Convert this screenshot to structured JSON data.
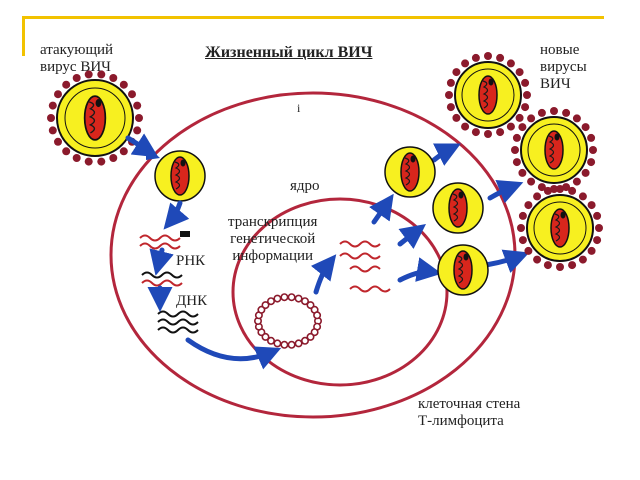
{
  "title": "Жизненный цикл ВИЧ",
  "labels": {
    "attacking_virus": "атакующий\nвирус ВИЧ",
    "new_viruses": "новые\nвирусы\nВИЧ",
    "nucleus": "ядро",
    "transcription": "транскрипция\nгенетической\nинформации",
    "rna": "РНК",
    "dna": "ДНК",
    "cell_wall": "клеточная стена\nТ-лимфоцита",
    "small_mark": "і"
  },
  "colors": {
    "frame": "#f2c200",
    "cell_membrane": "#b3263c",
    "virus_yellow": "#f7f020",
    "virus_core": "#d8261c",
    "spike": "#8b1a2c",
    "arrow": "#1f49b8",
    "rna_wave": "#c0262c",
    "dna_wave": "#111111"
  }
}
